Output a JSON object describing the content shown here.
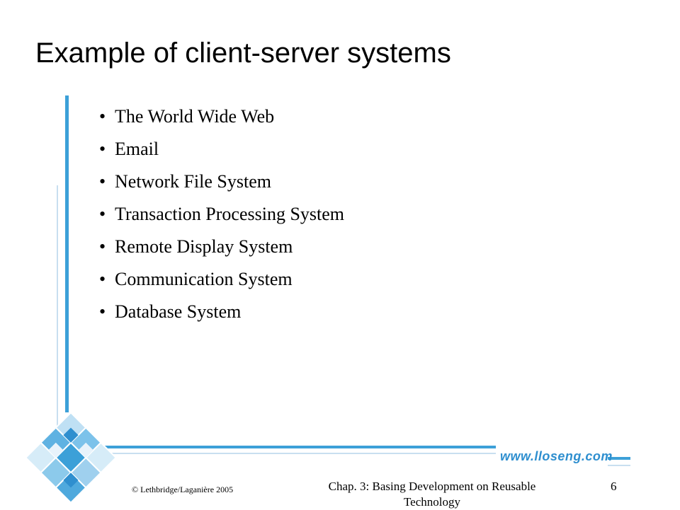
{
  "slide": {
    "title": "Example of client-server systems",
    "bullets": [
      "The World Wide Web",
      "Email",
      "Network File System",
      "Transaction Processing System",
      "Remote Display System",
      "Communication System",
      "Database System"
    ],
    "bullet_glyph": "•"
  },
  "footer": {
    "copyright": "© Lethbridge/Laganière 2005",
    "chapter": "Chap. 3: Basing Development on Reusable Technology",
    "page_number": "6"
  },
  "branding": {
    "website": "www.lloseng.com",
    "accent_color": "#3ca0d8",
    "light_accent_color": "#c8dff0",
    "logo_icon": "tiled-diamond-logo-icon"
  }
}
